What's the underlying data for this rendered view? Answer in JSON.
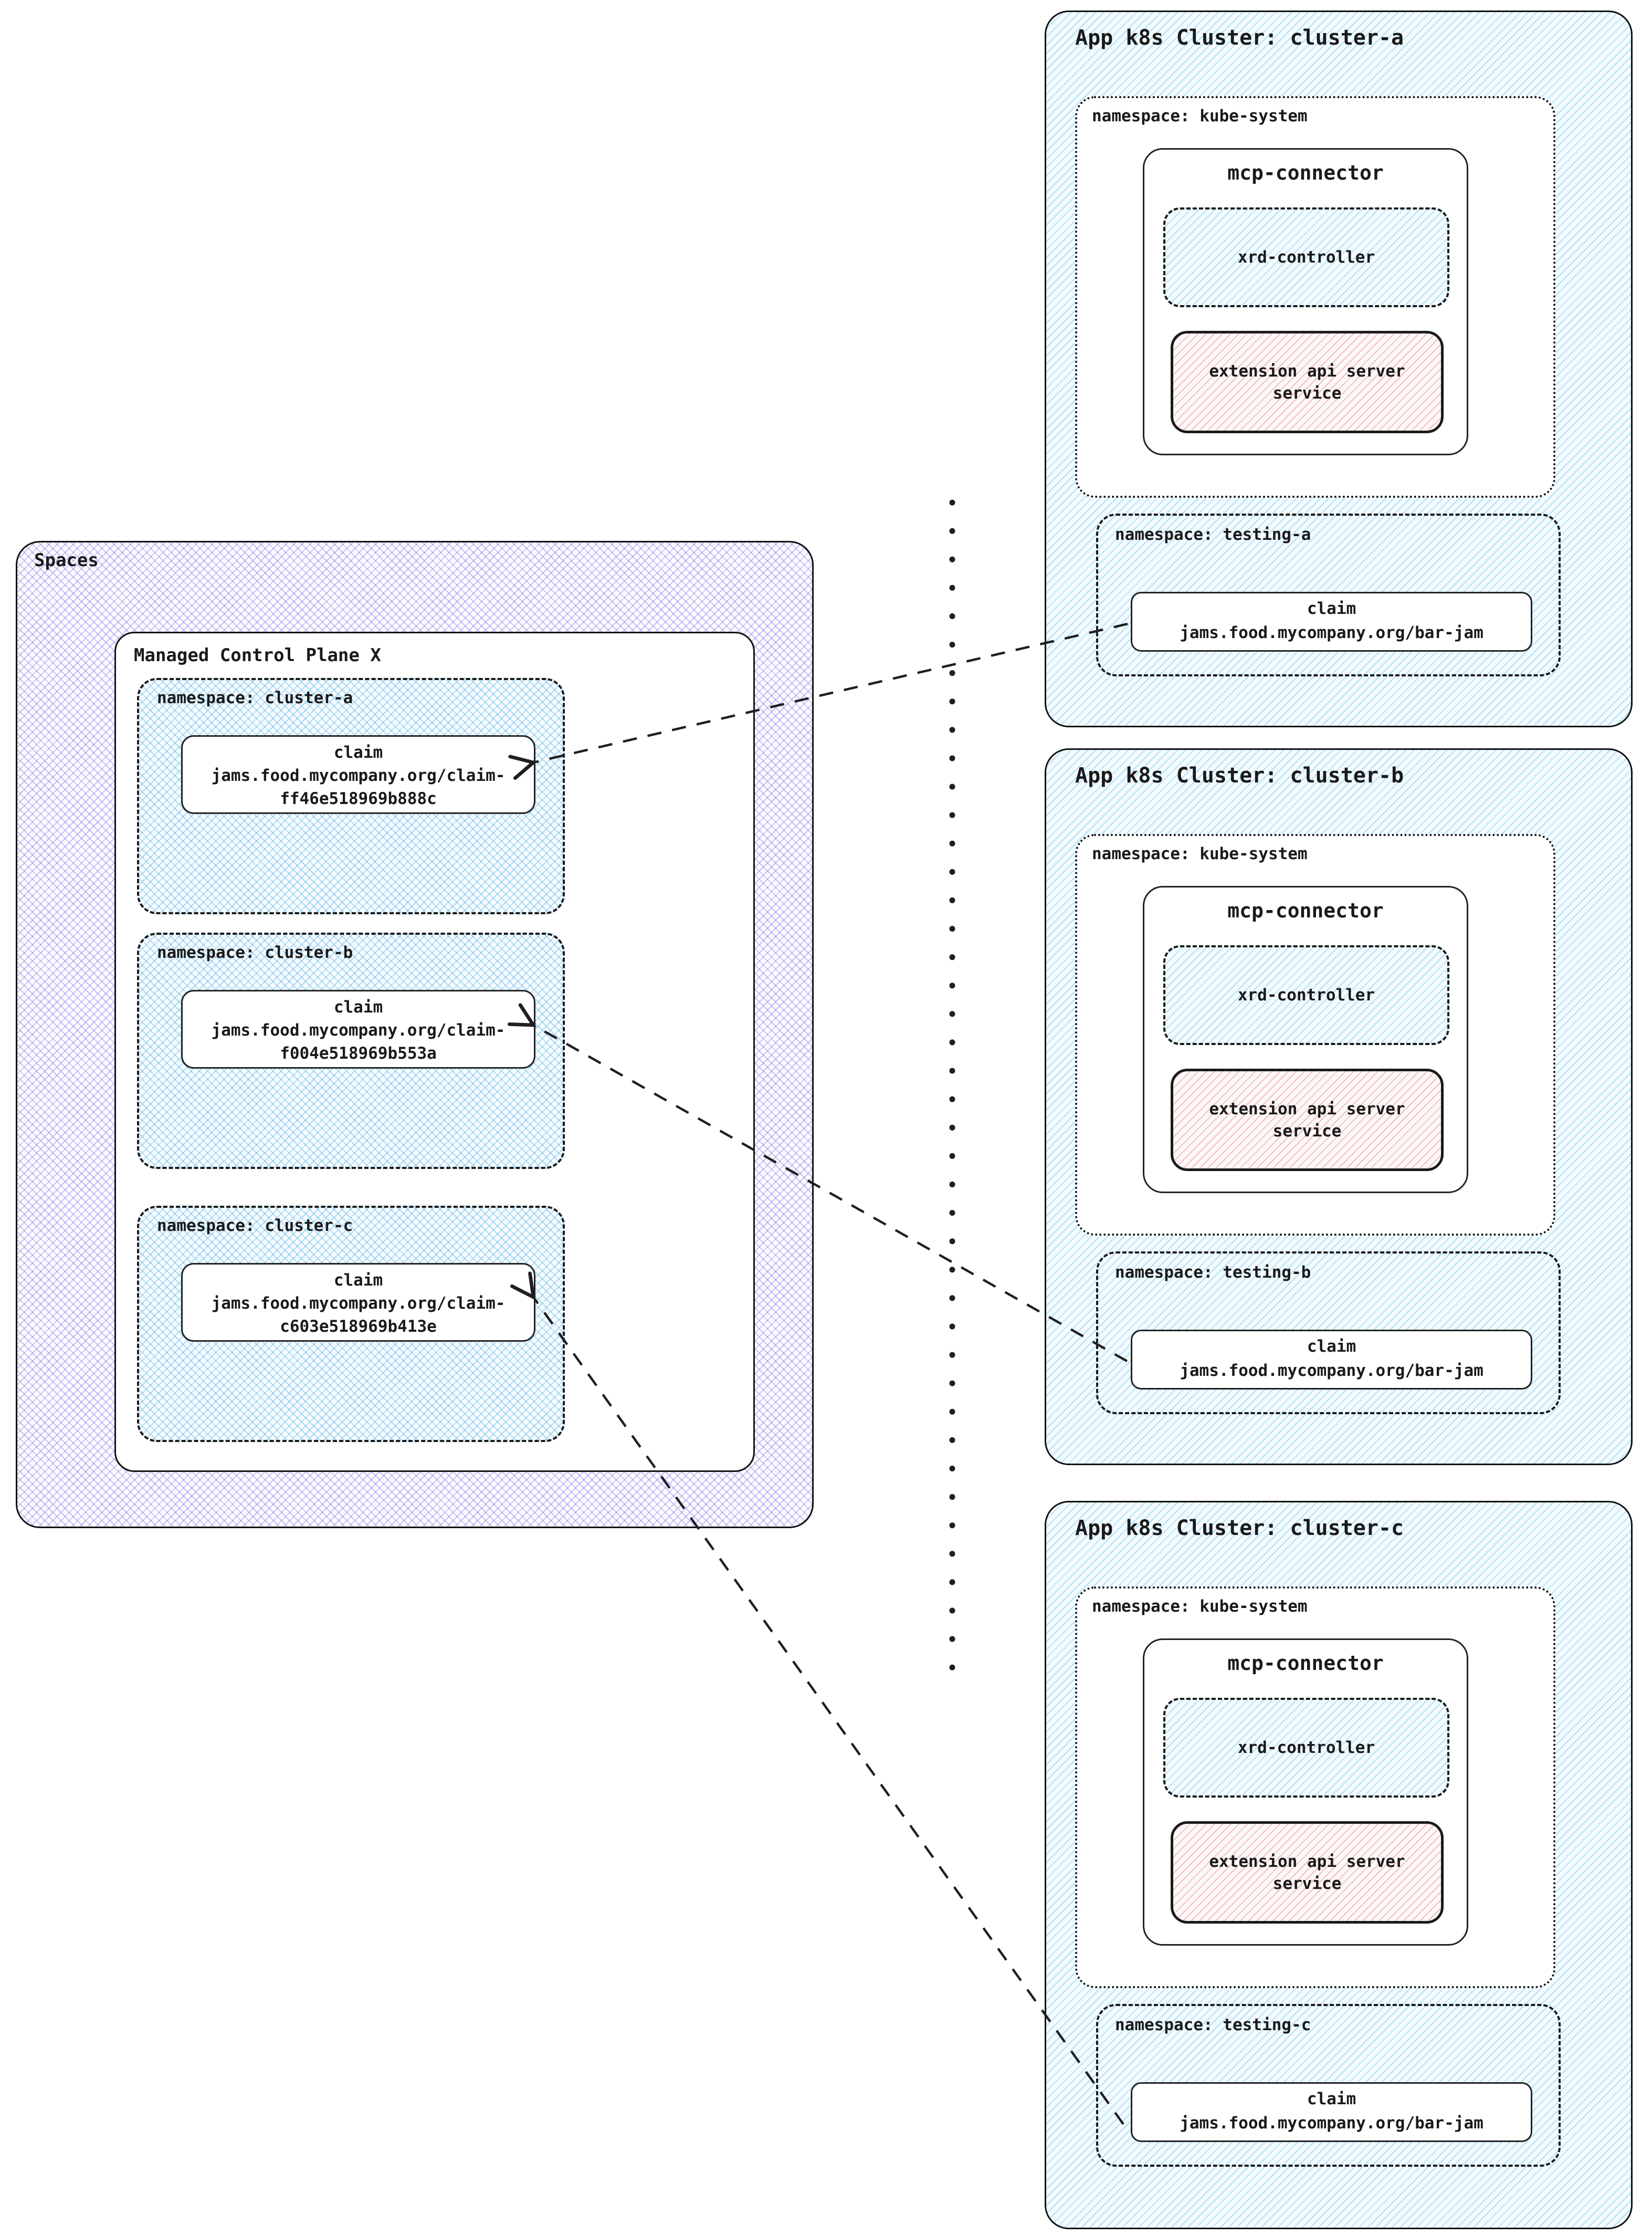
{
  "colors": {
    "border": "#1a1a1a",
    "purple_hatch": "#9a86e8",
    "blue_hatch": "#50beeb",
    "red_hatch": "#e47878",
    "box_bg": "#ffffff"
  },
  "spaces": {
    "label": "Spaces",
    "control_plane": {
      "title": "Managed Control Plane X",
      "namespaces": [
        {
          "label": "namespace: cluster-a",
          "claim": {
            "title": "claim",
            "line1": "jams.food.mycompany.org/claim-",
            "line2": "ff46e518969b888c"
          }
        },
        {
          "label": "namespace: cluster-b",
          "claim": {
            "title": "claim",
            "line1": "jams.food.mycompany.org/claim-",
            "line2": "f004e518969b553a"
          }
        },
        {
          "label": "namespace: cluster-c",
          "claim": {
            "title": "claim",
            "line1": "jams.food.mycompany.org/claim-",
            "line2": "c603e518969b413e"
          }
        }
      ]
    }
  },
  "clusters": [
    {
      "title": "App k8s Cluster: cluster-a",
      "kube_namespace_label": "namespace: kube-system",
      "mcp_connector_label": "mcp-connector",
      "xrd_controller_label": "xrd-controller",
      "extension_api": {
        "line1": "extension api server",
        "line2": "service"
      },
      "testing_namespace_label": "namespace: testing-a",
      "claim": {
        "title": "claim",
        "value": "jams.food.mycompany.org/bar-jam"
      }
    },
    {
      "title": "App k8s Cluster: cluster-b",
      "kube_namespace_label": "namespace: kube-system",
      "mcp_connector_label": "mcp-connector",
      "xrd_controller_label": "xrd-controller",
      "extension_api": {
        "line1": "extension api server",
        "line2": "service"
      },
      "testing_namespace_label": "namespace: testing-b",
      "claim": {
        "title": "claim",
        "value": "jams.food.mycompany.org/bar-jam"
      }
    },
    {
      "title": "App k8s Cluster: cluster-c",
      "kube_namespace_label": "namespace: kube-system",
      "mcp_connector_label": "mcp-connector",
      "xrd_controller_label": "xrd-controller",
      "extension_api": {
        "line1": "extension api server",
        "line2": "service"
      },
      "testing_namespace_label": "namespace: testing-c",
      "claim": {
        "title": "claim",
        "value": "jams.food.mycompany.org/bar-jam"
      }
    }
  ]
}
